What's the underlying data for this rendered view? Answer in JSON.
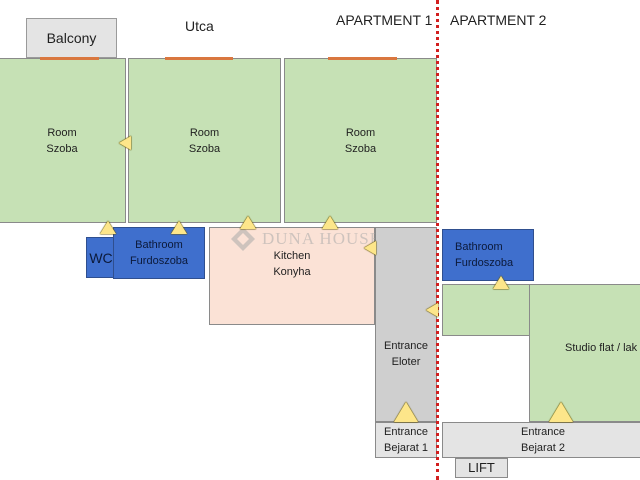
{
  "labels": {
    "balcony": "Balcony",
    "street": "Utca",
    "apartment1": "APARTMENT 1",
    "apartment2": "APARTMENT 2",
    "lift": "LIFT",
    "wc": "WC"
  },
  "rooms": {
    "room_left": [
      "Room",
      "Szoba"
    ],
    "room_mid": [
      "Room",
      "Szoba"
    ],
    "room_right": [
      "Room",
      "Szoba"
    ],
    "bathroom1": [
      "Bathroom",
      "Furdoszoba"
    ],
    "kitchen": [
      "Kitchen",
      "Konyha"
    ],
    "entrance_hall": [
      "Entrance",
      "Eloter"
    ],
    "bathroom2": [
      "Bathroom",
      "Furdoszoba"
    ],
    "studio": "Studio flat / lak",
    "entrance1": [
      "Entrance",
      "Bejarat 1"
    ],
    "entrance2": [
      "Entrance",
      "Bejarat 2"
    ]
  },
  "watermark": "DUNA HOUSE",
  "colors": {
    "room": "#c6e1b5",
    "bathroom": "#3f6fcd",
    "kitchen": "#fbe2d6",
    "hall": "#cfcfcf",
    "window": "#d9773f",
    "door_marker": "#fde68a",
    "divider": "#d21f1f"
  }
}
